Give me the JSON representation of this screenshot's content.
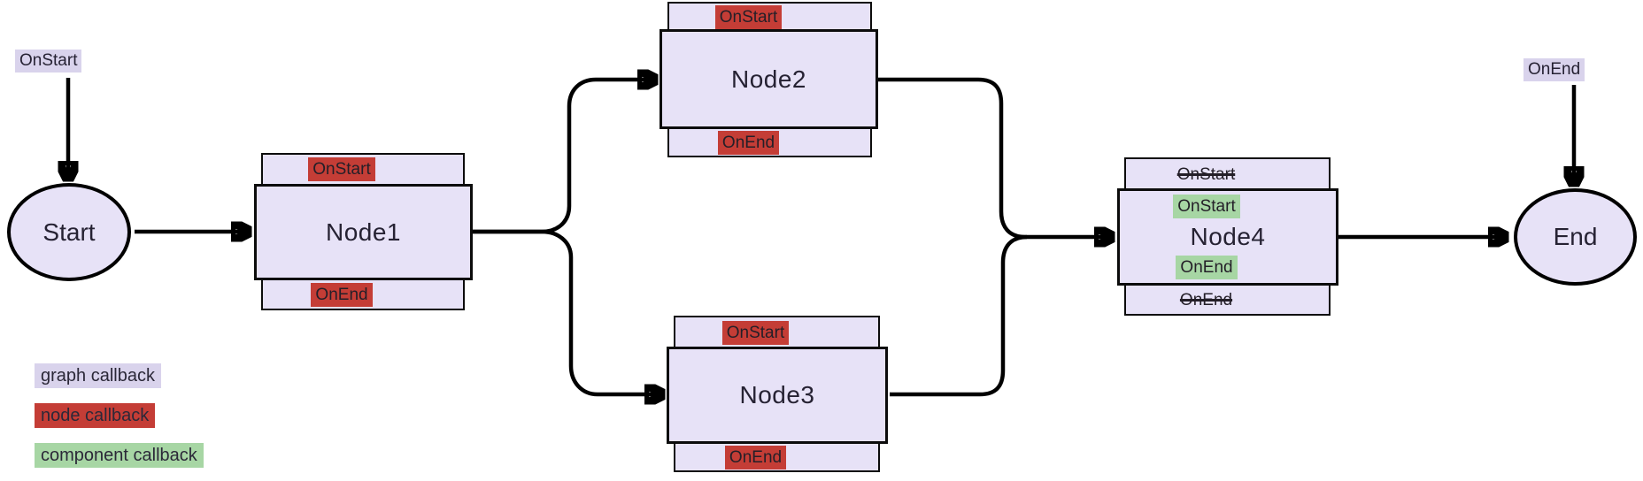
{
  "graph_callbacks": {
    "on_start": "OnStart",
    "on_end": "OnEnd"
  },
  "terminals": {
    "start": "Start",
    "end": "End"
  },
  "nodes": {
    "node1": {
      "title": "Node1",
      "top_callback": "OnStart",
      "bottom_callback": "OnEnd"
    },
    "node2": {
      "title": "Node2",
      "top_callback": "OnStart",
      "bottom_callback": "OnEnd"
    },
    "node3": {
      "title": "Node3",
      "top_callback": "OnStart",
      "bottom_callback": "OnEnd"
    },
    "node4": {
      "title": "Node4",
      "top_callback_disabled": "OnStart",
      "component_on_start": "OnStart",
      "component_on_end": "OnEnd",
      "bottom_callback_disabled": "OnEnd"
    }
  },
  "legend": {
    "items": [
      {
        "id": "graph",
        "label": "graph callback",
        "color": "#d9d3ec"
      },
      {
        "id": "node",
        "label": "node callback",
        "color": "#c43d36"
      },
      {
        "id": "component",
        "label": "component callback",
        "color": "#a7d6a4"
      }
    ]
  },
  "colors": {
    "graph_callback_bg": "#d9d3ec",
    "node_callback_bg": "#c43d36",
    "component_callback_bg": "#a7d6a4",
    "node_fill": "#e7e2f7",
    "edge": "#000000"
  }
}
